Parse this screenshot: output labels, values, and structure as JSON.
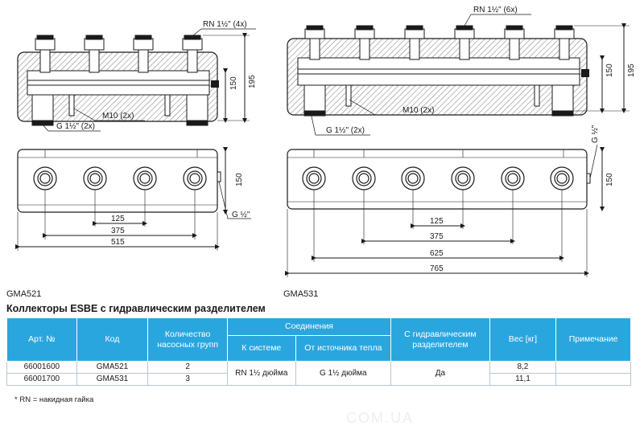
{
  "drawing": {
    "left_model": "GMA521",
    "right_model": "GMA531",
    "left_top_label": "RN 1½\" (4x)",
    "right_top_label": "RN 1½\" (6x)",
    "m10_label": "M10 (2x)",
    "g_bottom_label": "G 1½\" (2x)",
    "g_half_label": "G ½\"",
    "dim_150": "150",
    "dim_195": "195",
    "left_widths": [
      "125",
      "375",
      "515"
    ],
    "right_widths": [
      "125",
      "375",
      "625",
      "765"
    ]
  },
  "heading": "Коллекторы ESBE с гидравлическим разделителем",
  "table": {
    "h_art": "Арт. №",
    "h_code": "Код",
    "h_groups": "Количество насосных групп",
    "h_conn": "Соединения",
    "h_system": "К системе",
    "h_source": "От источника тепла",
    "h_sep": "С гидравлическим разделителем",
    "h_weight": "Вес [кг]",
    "h_note": "Примечание",
    "rows": [
      {
        "art": "66001600",
        "code": "GMA521",
        "groups": "2",
        "weight": "8,2",
        "note": ""
      },
      {
        "art": "66001700",
        "code": "GMA531",
        "groups": "3",
        "weight": "11,1",
        "note": ""
      }
    ],
    "system": "RN 1½ дюйма",
    "source": "G 1½ дюйма",
    "sep": "Да"
  },
  "footnote": "* RN = накидная гайка",
  "watermark": "COM.UA",
  "colors": {
    "header_blue": "#2aa6df",
    "line": "#1a1a1a"
  }
}
